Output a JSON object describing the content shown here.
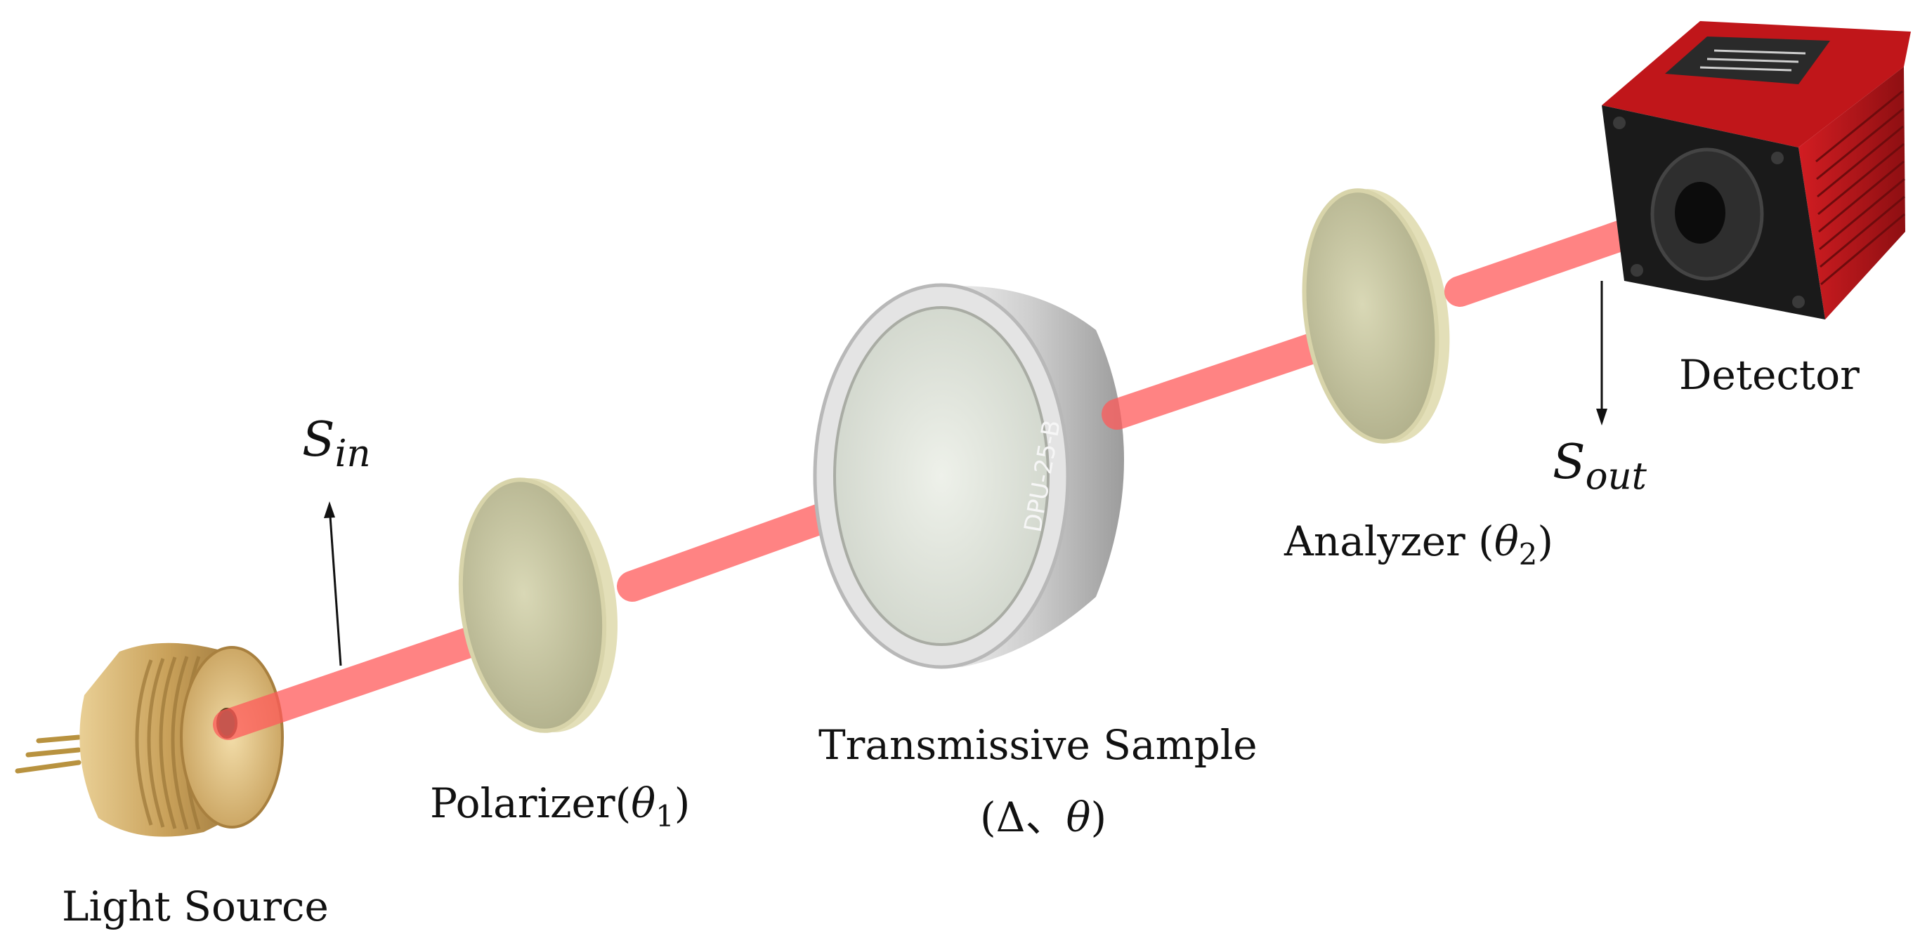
{
  "labels": {
    "light_source": "Light Source",
    "polarizer": "Polarizer(",
    "polarizer_symbol": "θ",
    "polarizer_sub": "1",
    "polarizer_close": ")",
    "sample_line1": "Transmissive Sample",
    "sample_line2_open": "(Δ、",
    "sample_line2_symbol": "θ",
    "sample_line2_close": ")",
    "analyzer": "Analyzer (",
    "analyzer_symbol": "θ",
    "analyzer_sub": "2",
    "analyzer_close": ")",
    "detector": "Detector",
    "s_in_symbol": "S",
    "s_in_sub": "in",
    "s_out_symbol": "S",
    "s_out_sub": "out"
  },
  "sample_engraving": "DPU-25-B",
  "colors": {
    "beam": "#ff5a5a",
    "brass": "#c9a15a",
    "optic_glass": "#c9c9a2",
    "optic_rim": "#ddd9b0",
    "mount_silver": "#d6d6d6",
    "detector_red": "#c0161a",
    "detector_black": "#1a1a1a",
    "text": "#111111"
  }
}
